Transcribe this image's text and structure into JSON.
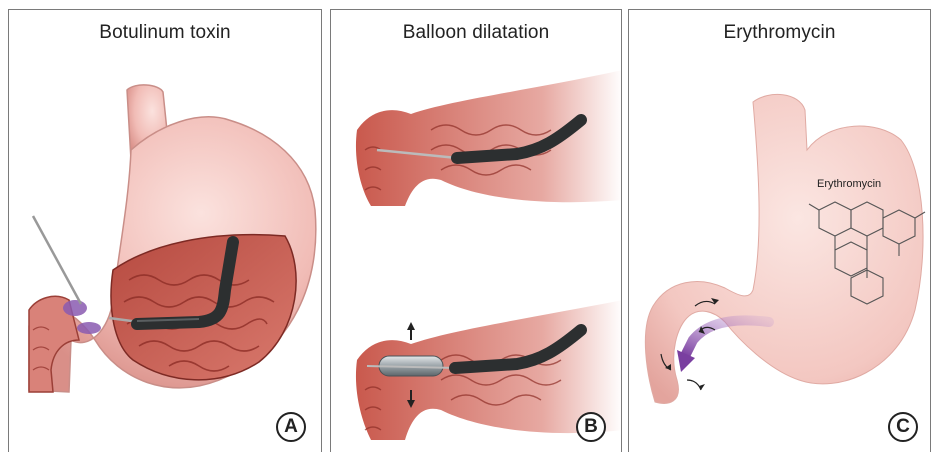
{
  "panels": [
    {
      "title": "Botulinum toxin",
      "badge": "A"
    },
    {
      "title": "Balloon dilatation",
      "badge": "B"
    },
    {
      "title": "Erythromycin",
      "badge": "C",
      "molecule_label": "Erythromycin"
    }
  ],
  "colors": {
    "stomach_wall": "#f0b7b2",
    "stomach_light": "#f7d6d1",
    "mucosa": "#c25a4e",
    "mucosa_dark": "#8e2e27",
    "endoscope": "#2c2f30",
    "toxin": "#8a5ab0",
    "border": "#7a7a7a"
  }
}
